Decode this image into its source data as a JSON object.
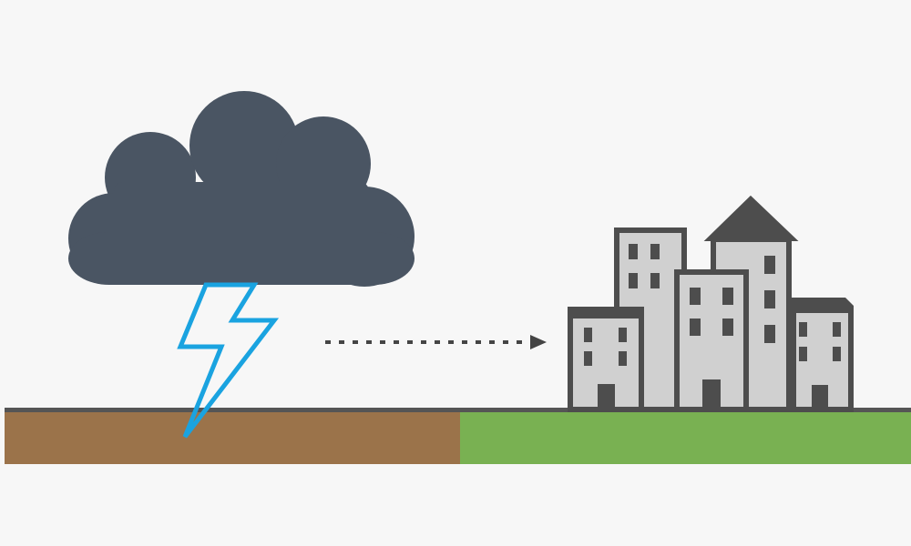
{
  "colors": {
    "background": "#f7f7f7",
    "cloud": "#4a5563",
    "lightning": "#1aa3e0",
    "soil": "#9b734a",
    "grass": "#79b152",
    "ground_line": "#555555",
    "building_fill": "#d0d0d0",
    "building_outline": "#4d4d4d",
    "arrow": "#444444"
  },
  "scene": {
    "elements": [
      "storm-cloud",
      "lightning-bolt",
      "dotted-arrow",
      "city-buildings",
      "soil-ground",
      "grass-ground"
    ]
  }
}
